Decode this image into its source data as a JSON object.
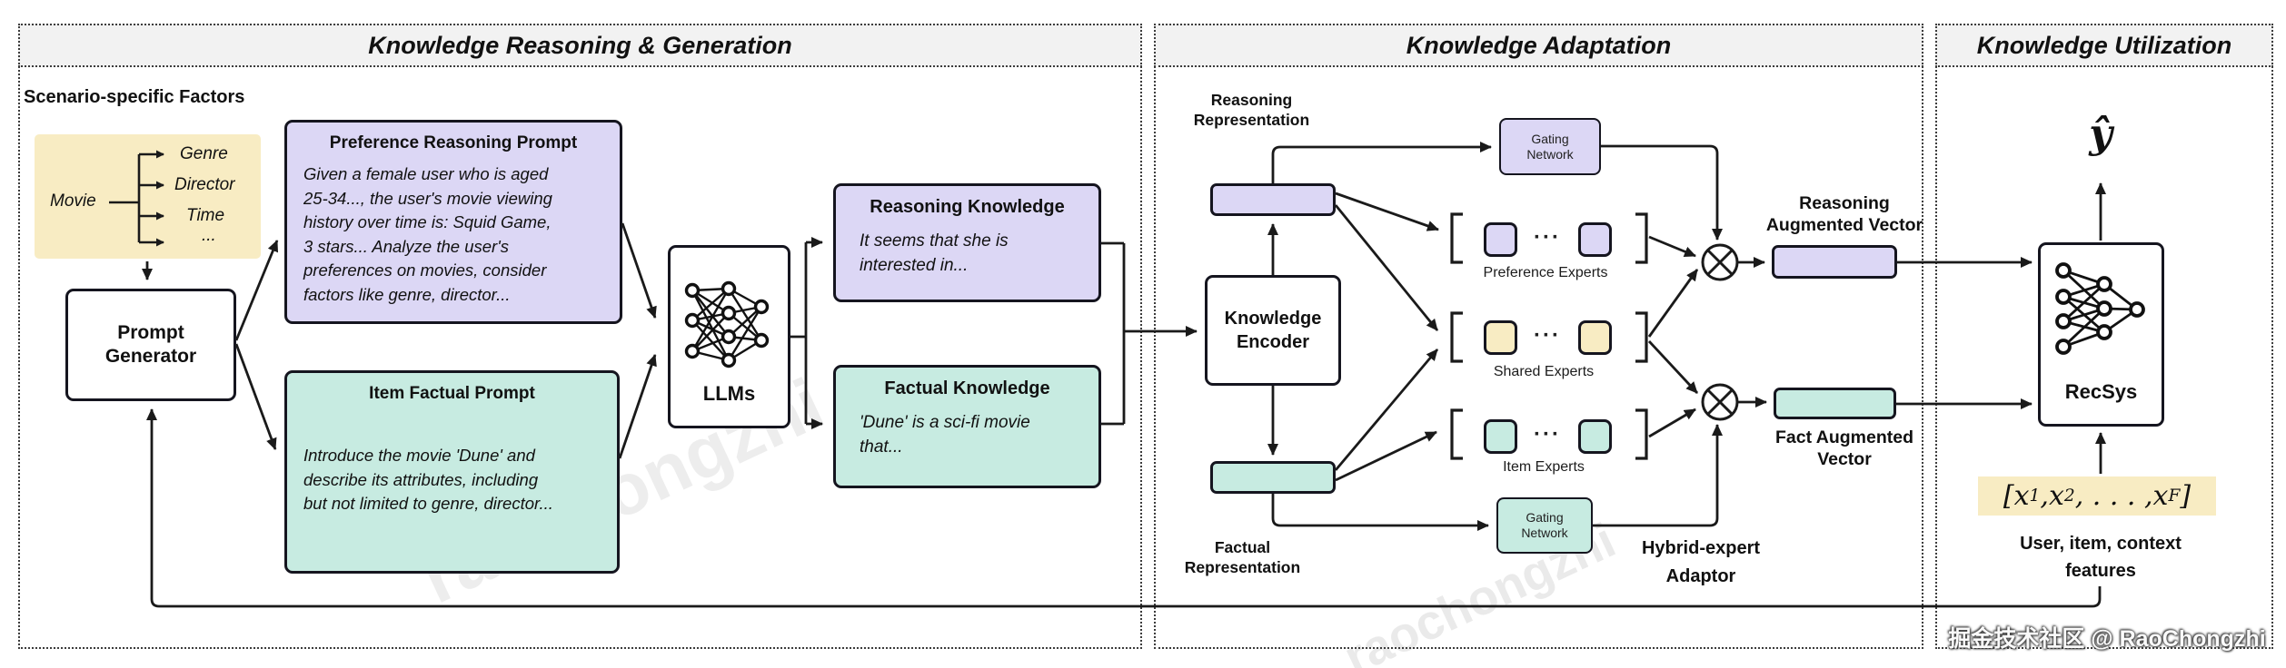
{
  "generation": {
    "title": "Knowledge Reasoning & Generation",
    "scenario_factors": "Scenario-specific Factors",
    "movie": "Movie",
    "genre": "Genre",
    "director": "Director",
    "time": "Time",
    "ellipsis": "...",
    "prompt_generator": "Prompt\nGenerator",
    "preference_prompt_title": "Preference Reasoning Prompt",
    "preference_prompt_body": "Given a female user who is aged\n25-34..., the user's movie viewing\nhistory over time is: Squid Game,\n3 stars... Analyze the user's\npreferences on movies, consider\nfactors like genre, director...",
    "item_prompt_title": "Item Factual Prompt",
    "item_prompt_body": "Introduce the movie 'Dune' and\ndescribe its attributes, including\nbut not limited to genre, director...",
    "llms": "LLMs",
    "reasoning_knowledge_title": "Reasoning Knowledge",
    "reasoning_knowledge_body": "It seems that she is\ninterested in...",
    "factual_knowledge_title": "Factual Knowledge",
    "factual_knowledge_body": "'Dune' is a sci-fi movie\nthat..."
  },
  "adaptation": {
    "title": "Knowledge Adaptation",
    "reasoning_representation": "Reasoning\nRepresentation",
    "factual_representation": "Factual\nRepresentation",
    "knowledge_encoder": "Knowledge\nEncoder",
    "gating_network_top": "Gating\nNetwork",
    "gating_network_bottom": "Gating\nNetwork",
    "preference_experts": "Preference Experts",
    "shared_experts": "Shared Experts",
    "item_experts": "Item Experts",
    "dots": "···",
    "reasoning_augmented_vector": "Reasoning\nAugmented Vector",
    "fact_augmented_vector": "Fact Augmented\nVector",
    "hybrid_expert_adaptor": "Hybrid-expert\nAdaptor"
  },
  "utilization": {
    "title": "Knowledge Utilization",
    "y_hat": "ŷ",
    "recsys": "RecSys",
    "features_caption": "User, item, context\nfeatures",
    "features": {
      "lb": "[",
      "x": "x",
      "s1": "1",
      "s2": "2",
      "sF": "F",
      "sep": ", ",
      "dots": ", . . . , ",
      "rb": "]"
    }
  },
  "watermark": {
    "badge": "掘金技术社区 @ RaoChongzhi",
    "diagonal": "raochongzhi"
  },
  "colors": {
    "purple": "#dcd7f5",
    "teal": "#c7ebe1",
    "yellow": "#f8ecc3",
    "line": "#1a1a1a",
    "header_bg": "#f2f2f2"
  }
}
